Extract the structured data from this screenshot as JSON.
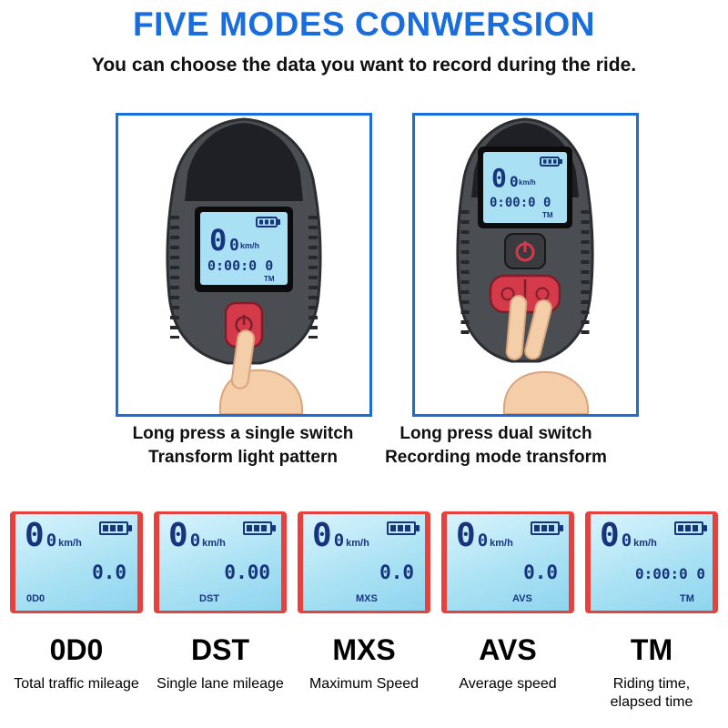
{
  "colors": {
    "accent_blue": "#1a6ddd",
    "lcd_background": "#abe2f4",
    "digit_blue": "#17357d",
    "button_red": "#d53a4b",
    "frame_red": "#e8413d"
  },
  "header": {
    "title": "FIVE MODES CONWERSION",
    "subtitle": "You can choose the data you want to record during the ride."
  },
  "device_panels": [
    {
      "caption": [
        "Long press a single switch",
        "Transform light pattern"
      ],
      "screen": {
        "speed_big": "0",
        "speed_small": "0",
        "unit": "km/h",
        "time": "0:00:0 0",
        "mode": "TM"
      }
    },
    {
      "caption": [
        "Long press dual switch",
        "Recording mode transform"
      ],
      "screen": {
        "speed_big": "0",
        "speed_small": "0",
        "unit": "km/h",
        "time": "0:00:0 0",
        "mode": "TM"
      }
    }
  ],
  "modes": [
    {
      "name": "0D0",
      "desc_lines": [
        "Total traffic mileage"
      ],
      "screen": {
        "speed_big": "0",
        "speed_small": "0",
        "unit": "km/h",
        "value": "0.0",
        "label": "0D0"
      }
    },
    {
      "name": "DST",
      "desc_lines": [
        "Single lane mileage"
      ],
      "screen": {
        "speed_big": "0",
        "speed_small": "0",
        "unit": "km/h",
        "value": "0.00",
        "label": "DST"
      }
    },
    {
      "name": "MXS",
      "desc_lines": [
        "Maximum Speed"
      ],
      "screen": {
        "speed_big": "0",
        "speed_small": "0",
        "unit": "km/h",
        "value": "0.0",
        "label": "MXS"
      }
    },
    {
      "name": "AVS",
      "desc_lines": [
        "Average speed"
      ],
      "screen": {
        "speed_big": "0",
        "speed_small": "0",
        "unit": "km/h",
        "value": "0.0",
        "label": "AVS"
      }
    },
    {
      "name": "TM",
      "desc_lines": [
        "Riding time,",
        "elapsed time"
      ],
      "screen": {
        "speed_big": "0",
        "speed_small": "0",
        "unit": "km/h",
        "value": "0:00:0 0",
        "label": "TM"
      }
    }
  ]
}
